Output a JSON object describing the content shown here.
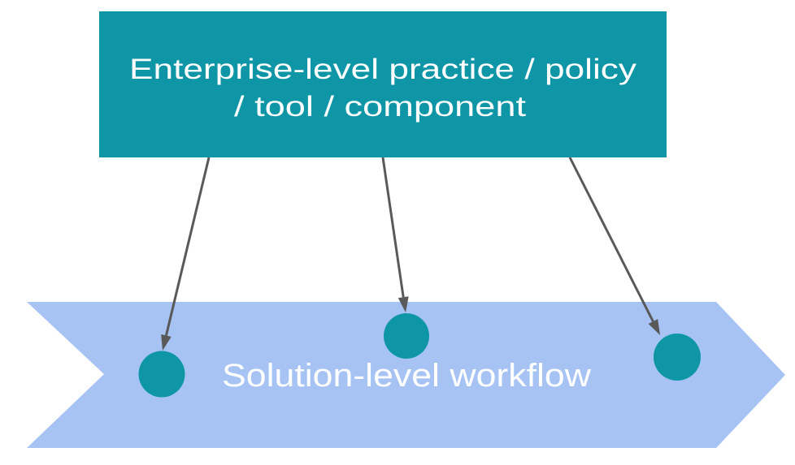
{
  "colors": {
    "teal": "#0E96A7",
    "band_blue": "#A6C3F3",
    "connector_gray": "#595959",
    "text_white": "#FFFFFF",
    "background": "#FFFFFF"
  },
  "enterprise_box": {
    "label": "Enterprise-level practice / policy / tool / component",
    "lines": [
      "Enterprise-level practice / policy",
      "/ tool / component"
    ]
  },
  "workflow_band": {
    "label": "Solution-level workflow"
  },
  "connector_count": 3,
  "node_count": 3
}
